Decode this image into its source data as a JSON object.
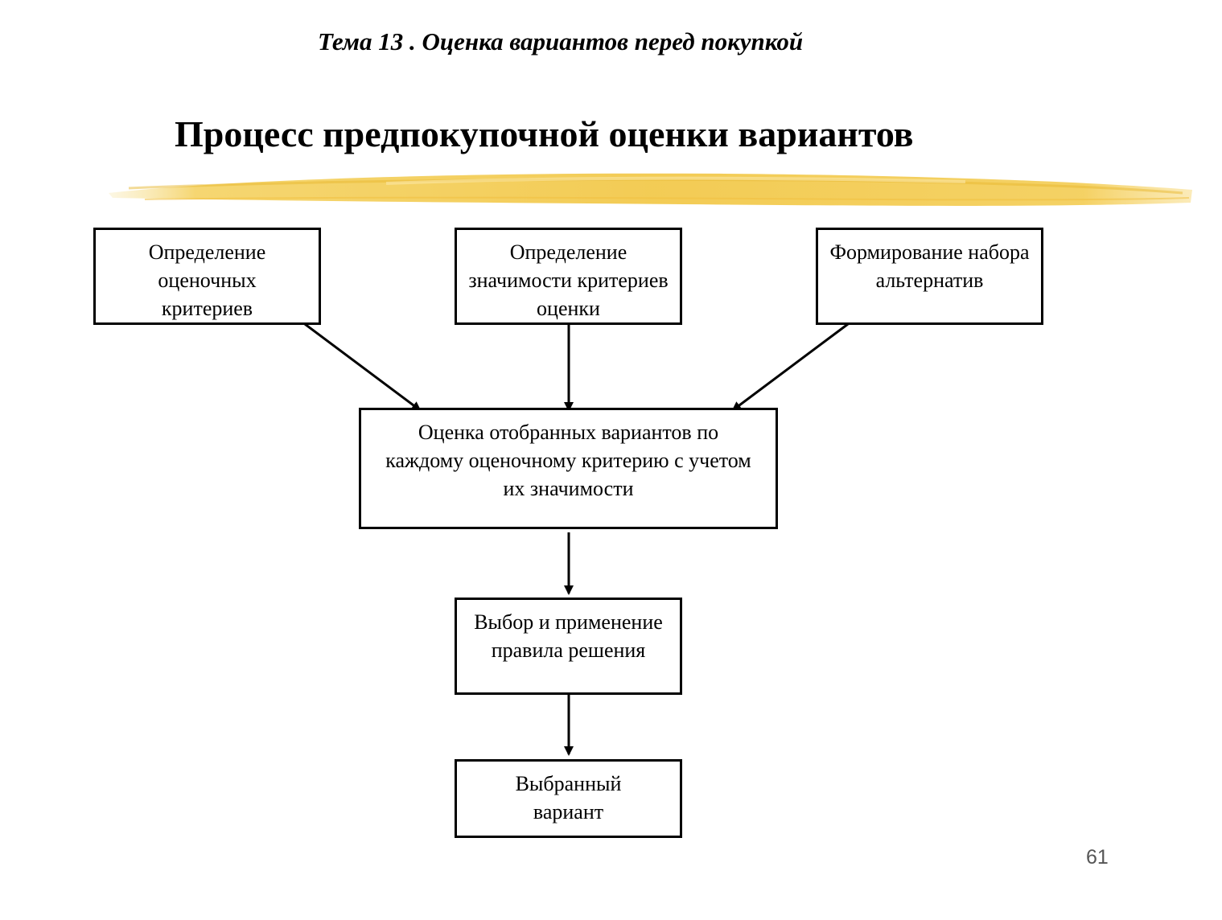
{
  "topic": "Тема 13 . Оценка вариантов перед покупкой",
  "title": "Процесс предпокупочной оценки вариантов",
  "boxes": {
    "criteria": "Определение оценочных критериев",
    "importance": "Определение значимости критериев оценки",
    "alternatives": "Формирование набора альтернатив",
    "evaluation": "Оценка отобранных вариантов по каждому оценочному критерию с учетом их значимости",
    "choice": "Выбор и применение правила решения",
    "selected": "Выбранный вариант"
  },
  "page_number": "61",
  "colors": {
    "brush_stroke": "#f2c94c",
    "border": "#000000"
  }
}
